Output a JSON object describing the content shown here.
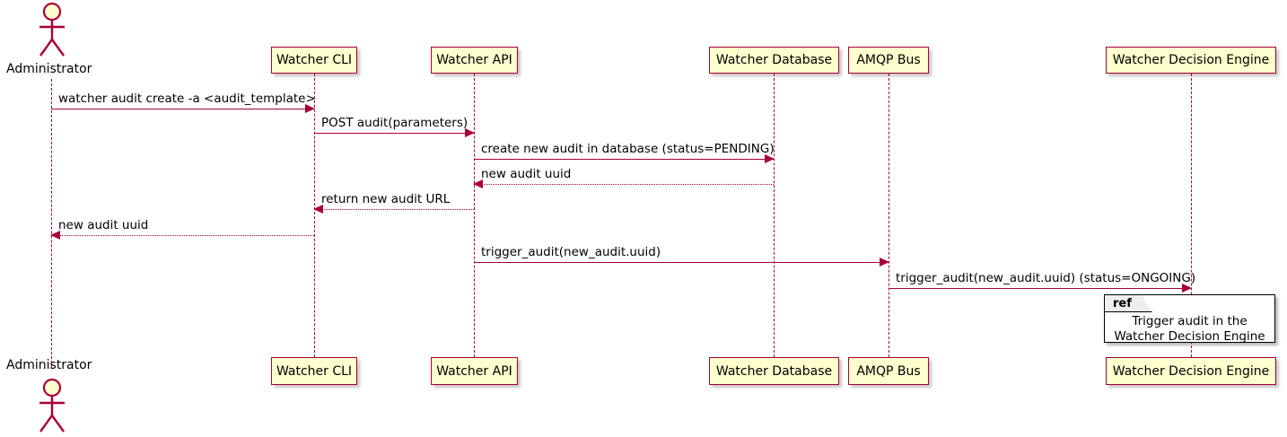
{
  "diagram": {
    "kind": "uml-sequence-diagram",
    "colors": {
      "participant_fill": "#FEFECE",
      "participant_border": "#A80036",
      "arrow": "#A80036",
      "lifeline": "#A80036",
      "ref_border": "#000000",
      "ref_tag_fill": "#EEEEEE",
      "background": "#FFFFFF"
    },
    "actors": [
      {
        "name": "administrator",
        "label": "Administrator",
        "type": "actor"
      }
    ],
    "participants": [
      {
        "name": "watcher-cli",
        "label": "Watcher CLI"
      },
      {
        "name": "watcher-api",
        "label": "Watcher API"
      },
      {
        "name": "watcher-database",
        "label": "Watcher Database"
      },
      {
        "name": "amqp-bus",
        "label": "AMQP Bus"
      },
      {
        "name": "watcher-decision-engine",
        "label": "Watcher Decision Engine"
      }
    ],
    "messages": [
      {
        "name": "msg-watcher-audit-create",
        "label": "watcher audit create -a <audit_template>",
        "from": "Administrator",
        "to": "Watcher CLI",
        "style": "solid",
        "direction": "right"
      },
      {
        "name": "msg-post-audit",
        "label": "POST audit(parameters)",
        "from": "Watcher CLI",
        "to": "Watcher API",
        "style": "solid",
        "direction": "right"
      },
      {
        "name": "msg-create-new-audit",
        "label": "create new audit in database (status=PENDING)",
        "from": "Watcher API",
        "to": "Watcher Database",
        "style": "solid",
        "direction": "right"
      },
      {
        "name": "msg-new-audit-uuid-db",
        "label": "new audit uuid",
        "from": "Watcher Database",
        "to": "Watcher API",
        "style": "dotted",
        "direction": "left"
      },
      {
        "name": "msg-return-new-audit-url",
        "label": "return new audit URL",
        "from": "Watcher API",
        "to": "Watcher CLI",
        "style": "dotted",
        "direction": "left"
      },
      {
        "name": "msg-new-audit-uuid-admin",
        "label": "new audit uuid",
        "from": "Watcher CLI",
        "to": "Administrator",
        "style": "dotted",
        "direction": "left"
      },
      {
        "name": "msg-trigger-audit",
        "label": "trigger_audit(new_audit.uuid)",
        "from": "Watcher API",
        "to": "AMQP Bus",
        "style": "solid",
        "direction": "right"
      },
      {
        "name": "msg-trigger-audit-ongoing",
        "label": "trigger_audit(new_audit.uuid) (status=ONGOING)",
        "from": "AMQP Bus",
        "to": "Watcher Decision Engine",
        "style": "solid",
        "direction": "right"
      }
    ],
    "ref_fragment": {
      "name": "ref-fragment",
      "tag": "ref",
      "line1": "Trigger audit in the",
      "line2": "Watcher Decision Engine"
    }
  }
}
